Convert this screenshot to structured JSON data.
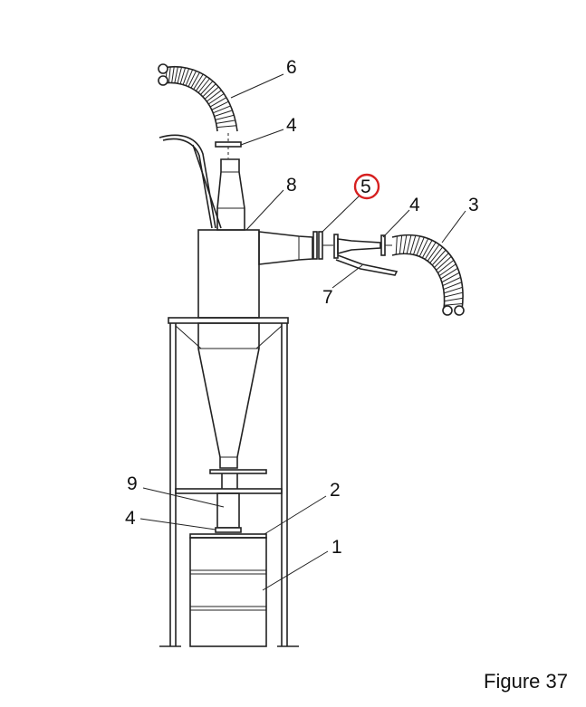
{
  "figure": {
    "caption": "Figure 37"
  },
  "callouts": [
    {
      "id": "label-6",
      "text": "6"
    },
    {
      "id": "label-4-top",
      "text": "4"
    },
    {
      "id": "label-8",
      "text": "8"
    },
    {
      "id": "label-5",
      "text": "5",
      "highlight_color": "#d62020"
    },
    {
      "id": "label-4-right",
      "text": "4"
    },
    {
      "id": "label-3",
      "text": "3"
    },
    {
      "id": "label-7",
      "text": "7"
    },
    {
      "id": "label-9",
      "text": "9"
    },
    {
      "id": "label-4-bottom",
      "text": "4"
    },
    {
      "id": "label-2",
      "text": "2"
    },
    {
      "id": "label-1",
      "text": "1"
    }
  ],
  "colors": {
    "line": "#222222",
    "highlight": "#d62020",
    "background": "#ffffff"
  }
}
